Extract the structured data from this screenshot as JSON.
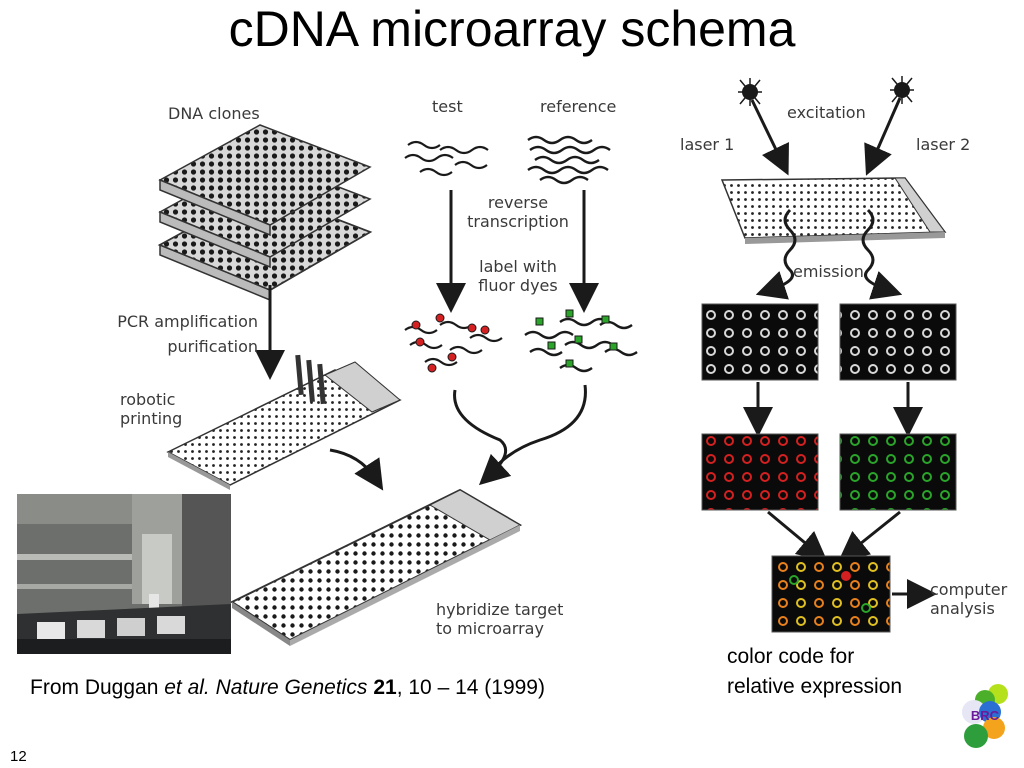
{
  "title": "cDNA microarray schema",
  "labels": {
    "dna_clones": "DNA clones",
    "pcr_line1": "PCR amplification",
    "pcr_line2": "purification",
    "robotic_line1": "robotic",
    "robotic_line2": "printing",
    "test": "test",
    "reference": "reference",
    "reverse_line1": "reverse",
    "reverse_line2": "transcription",
    "label_line1": "label with",
    "label_line2": "fluor dyes",
    "hybridize_line1": "hybridize target",
    "hybridize_line2": "to microarray",
    "excitation": "excitation",
    "laser1": "laser 1",
    "laser2": "laser 2",
    "emission": "emission",
    "computer_line1": "computer",
    "computer_line2": "analysis"
  },
  "citation": {
    "prefix": "From Duggan ",
    "journal": "et al. Nature Genetics",
    "volume": "21",
    "suffix": ", 10 – 14 (1999)"
  },
  "color_note": {
    "line1": "color code for",
    "line2": "relative expression"
  },
  "logo": {
    "text": "BRC"
  },
  "page_number": "12",
  "colors": {
    "red_dye": "#d42020",
    "green_dye": "#2aa52a",
    "yellow": "#e0c020",
    "panel_bg": "#0a0a0a"
  }
}
